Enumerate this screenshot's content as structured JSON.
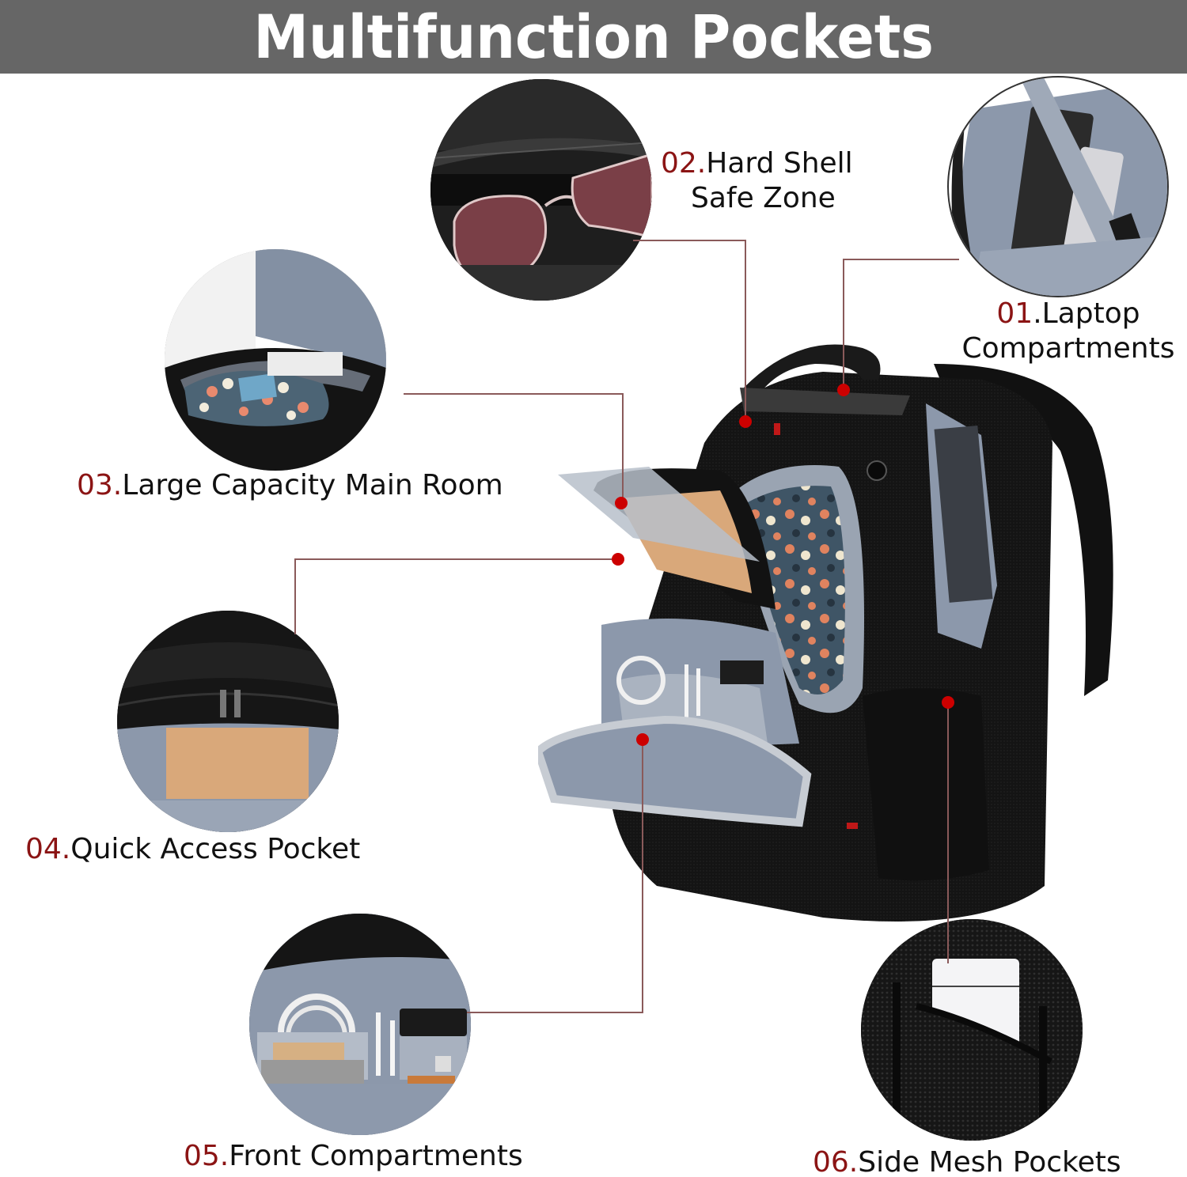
{
  "header": {
    "title": "Multifunction Pockets",
    "background": "#666666",
    "text_color": "#ffffff"
  },
  "colors": {
    "number_accent": "#8b1414",
    "connector_line": "#8a5a5a",
    "marker_dot": "#cc0000",
    "lining_gray_blue": "#8c98ab",
    "bag_black": "#141414"
  },
  "features": [
    {
      "id": "01",
      "number": "01",
      "separator": ".",
      "title_line1": "Laptop",
      "title_line2": "Compartments",
      "image": "laptop-sleeve-closeup"
    },
    {
      "id": "02",
      "number": "02.",
      "title_line1": "Hard Shell",
      "title_line2": "Safe Zone",
      "image": "sunglasses-in-hard-shell-pocket"
    },
    {
      "id": "03",
      "number": "03.",
      "title": "Large Capacity Main Room",
      "image": "floral-pouch-in-main-compartment"
    },
    {
      "id": "04",
      "number": "04.",
      "title": "Quick Access Pocket",
      "image": "notebook-in-front-zip-pocket"
    },
    {
      "id": "05",
      "number": "05.",
      "title": "Front Compartments",
      "image": "organizer-with-cable-pens-phone"
    },
    {
      "id": "06",
      "number": "06.",
      "title": "Side Mesh Pockets",
      "image": "bottle-in-side-mesh-pocket"
    }
  ],
  "product": {
    "image": "black-travel-backpack-open-compartments",
    "usb_port": "usb-charging-port"
  }
}
